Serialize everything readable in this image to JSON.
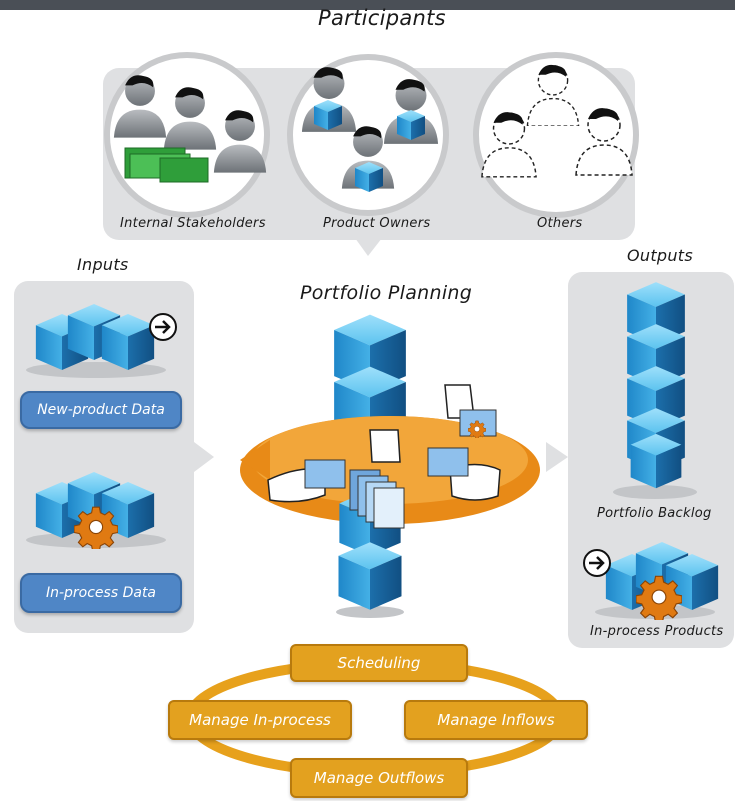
{
  "participants": {
    "title": "Participants",
    "groups": [
      {
        "label": "Internal Stakeholders"
      },
      {
        "label": "Product Owners"
      },
      {
        "label": "Others"
      }
    ]
  },
  "inputs": {
    "title": "Inputs",
    "items": [
      {
        "label": "New-product Data"
      },
      {
        "label": "In-process Data"
      }
    ]
  },
  "center": {
    "title": "Portfolio Planning"
  },
  "outputs": {
    "title": "Outputs",
    "items": [
      {
        "label": "Portfolio Backlog"
      },
      {
        "label": "In-process Products"
      }
    ]
  },
  "activities": [
    {
      "label": "Scheduling"
    },
    {
      "label": "Manage In-process"
    },
    {
      "label": "Manage Inflows"
    },
    {
      "label": "Manage Outflows"
    }
  ],
  "colors": {
    "cube": "#3fa7df",
    "panel": "#dfe0e2",
    "pill": "#4f86c6",
    "activity": "#e3a11f"
  }
}
